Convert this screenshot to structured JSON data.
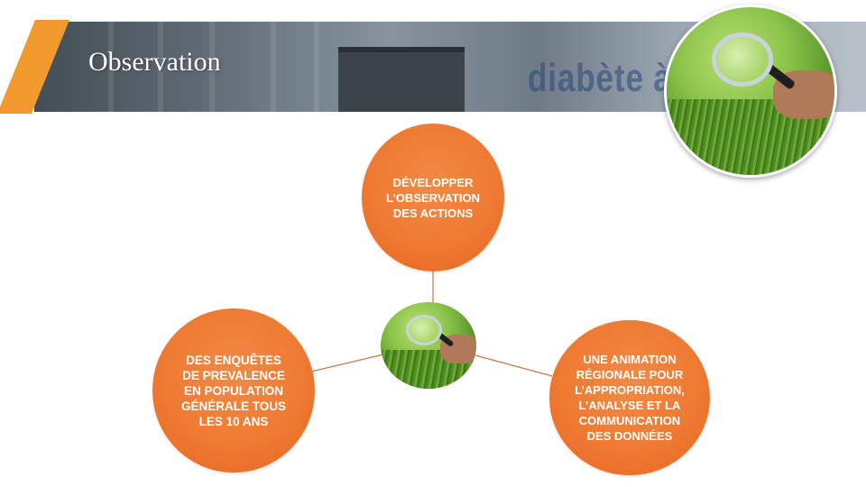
{
  "header": {
    "title": "Observation",
    "background_text": "diabète à Ma"
  },
  "diagram": {
    "nodes": [
      {
        "id": "top",
        "label": "DÉVELOPPER\nL’OBSERVATION\nDES ACTIONS"
      },
      {
        "id": "left",
        "label": "DES ENQUÊTES\nDE PREVALENCE\nEN POPULATION\nGÉNÉRALE TOUS\nLES 10 ANS"
      },
      {
        "id": "right",
        "label": "UNE ANIMATION\nRÉGIONALE POUR\nL’APPROPRIATION,\nL’ANALYSE ET LA\nCOMMUNICATION\nDES DONNÉES"
      }
    ]
  },
  "colors": {
    "accent": "#f39a2f",
    "node": "#ef7a32",
    "connector": "#c8794a"
  },
  "icons": {
    "hero": "magnifying-glass-on-grass",
    "center": "magnifying-glass-on-grass"
  }
}
